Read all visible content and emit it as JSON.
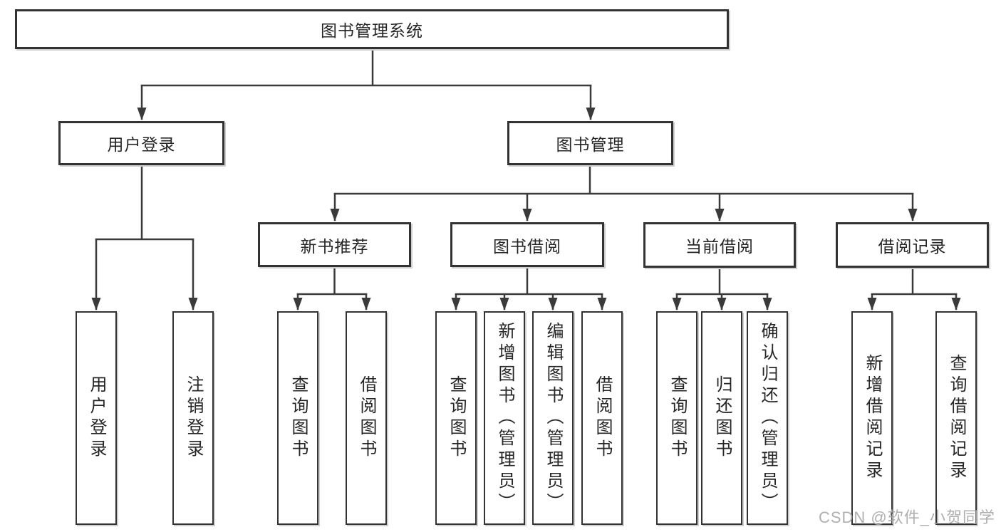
{
  "diagram_title": "图书管理系统",
  "colors": {
    "line": "#3a3a3a",
    "box_border": "#333333",
    "text": "#262626",
    "background": "#ffffff",
    "watermark": "#a8a8a8"
  },
  "tree": {
    "root": {
      "label": "图书管理系统"
    },
    "branches": [
      {
        "label": "用户登录",
        "children": [
          {
            "label": "用户登录"
          },
          {
            "label": "注销登录"
          }
        ]
      },
      {
        "label": "图书管理",
        "children": [
          {
            "label": "新书推荐",
            "children": [
              {
                "label": "查询图书"
              },
              {
                "label": "借阅图书"
              }
            ]
          },
          {
            "label": "图书借阅",
            "children": [
              {
                "label": "查询图书"
              },
              {
                "label": "新增图书（管理员）"
              },
              {
                "label": "编辑图书（管理员）"
              },
              {
                "label": "借阅图书"
              }
            ]
          },
          {
            "label": "当前借阅",
            "children": [
              {
                "label": "查询图书"
              },
              {
                "label": "归还图书"
              },
              {
                "label": "确认归还（管理员）"
              }
            ]
          },
          {
            "label": "借阅记录",
            "children": [
              {
                "label": "新增借阅记录"
              },
              {
                "label": "查询借阅记录"
              }
            ]
          }
        ]
      }
    ]
  },
  "watermark": "CSDN @软件_小贺同学"
}
